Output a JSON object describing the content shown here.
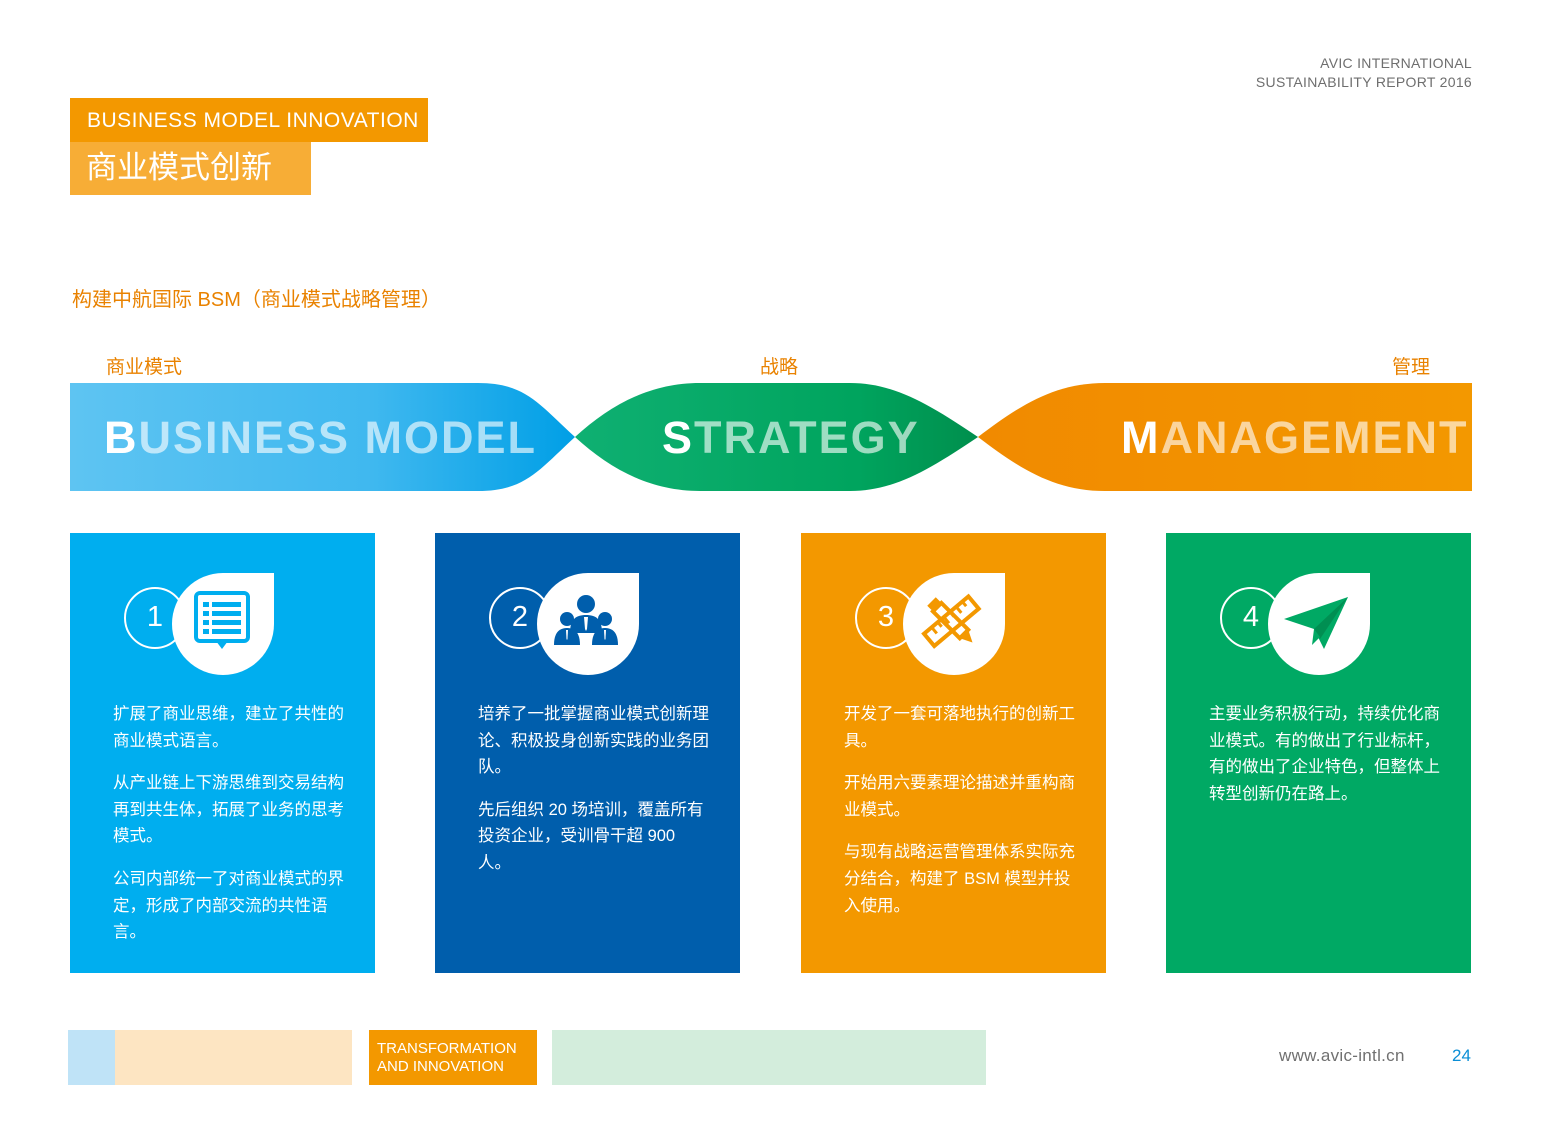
{
  "header": {
    "company": "AVIC INTERNATIONAL",
    "report": "SUSTAINABILITY REPORT 2016"
  },
  "section": {
    "title_en": "BUSINESS MODEL INNOVATION",
    "title_zh": "商业模式创新"
  },
  "subtitle": "构建中航国际 BSM（商业模式战略管理）",
  "bsm": {
    "business": {
      "label_zh": "商业模式",
      "initial": "B",
      "rest": "USINESS MODEL",
      "color": "#00aeef"
    },
    "strategy": {
      "label_zh": "战略",
      "initial": "S",
      "rest": "TRATEGY",
      "color": "#00a964"
    },
    "management": {
      "label_zh": "管理",
      "initial": "M",
      "rest": "ANAGEMENT",
      "color": "#f39800"
    }
  },
  "cards": [
    {
      "number": "1",
      "icon": "list-icon",
      "color": "#00aeef",
      "paragraphs": [
        "扩展了商业思维，建立了共性的商业模式语言。",
        "从产业链上下游思维到交易结构再到共生体，拓展了业务的思考模式。",
        "公司内部统一了对商业模式的界定，形成了内部交流的共性语言。"
      ]
    },
    {
      "number": "2",
      "icon": "team-icon",
      "color": "#005eac",
      "paragraphs": [
        "培养了一批掌握商业模式创新理论、积极投身创新实践的业务团队。",
        "先后组织 20 场培训，覆盖所有投资企业，受训骨干超 900 人。"
      ]
    },
    {
      "number": "3",
      "icon": "ruler-pencil-icon",
      "color": "#f39800",
      "paragraphs": [
        "开发了一套可落地执行的创新工具。",
        "开始用六要素理论描述并重构商业模式。",
        "与现有战略运营管理体系实际充分结合，构建了 BSM 模型并投入使用。"
      ]
    },
    {
      "number": "4",
      "icon": "paper-plane-icon",
      "color": "#00a964",
      "paragraphs": [
        "主要业务积极行动，持续优化商业模式。有的做出了行业标杆，有的做出了企业特色，但整体上转型创新仍在路上。"
      ]
    }
  ],
  "footer": {
    "nav_line1": "TRANSFORMATION",
    "nav_line2": "AND INNOVATION",
    "website": "www.avic-intl.cn",
    "page": "24"
  }
}
